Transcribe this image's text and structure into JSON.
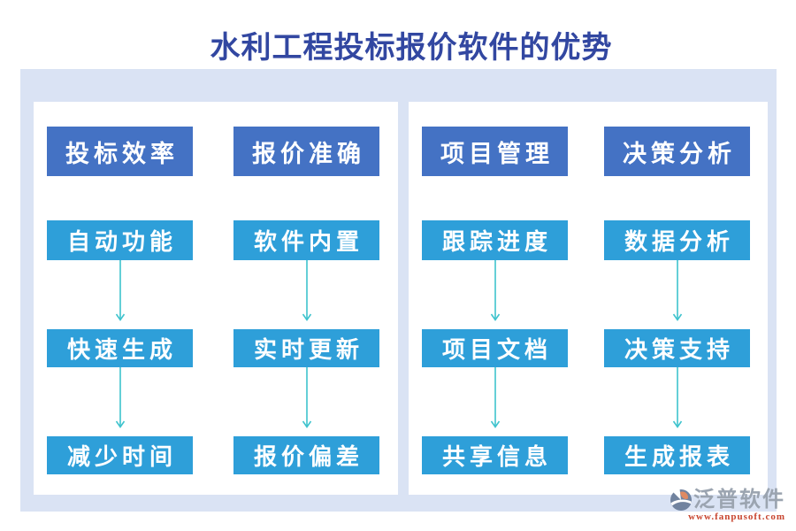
{
  "title": "水利工程投标报价软件的优势",
  "panels": [
    {
      "columns": [
        {
          "header": "投标效率",
          "items": [
            "自动功能",
            "快速生成",
            "减少时间"
          ]
        },
        {
          "header": "报价准确",
          "items": [
            "软件内置",
            "实时更新",
            "报价偏差"
          ]
        }
      ]
    },
    {
      "columns": [
        {
          "header": "项目管理",
          "items": [
            "跟踪进度",
            "项目文档",
            "共享信息"
          ]
        },
        {
          "header": "决策分析",
          "items": [
            "数据分析",
            "决策支持",
            "生成报表"
          ]
        }
      ]
    }
  ],
  "footer": {
    "brand": "泛普软件",
    "website": "www.fanpusoft.com",
    "logo_icon": "fanpu-logo"
  },
  "colors": {
    "header_box": "#4472c4",
    "item_box": "#2e9fd9",
    "arrow": "#3ec3cd",
    "container_bg": "#dae3f4",
    "panel_bg": "#ffffff",
    "page_bg": "#ffffff",
    "title": "#3247a1",
    "box_text": "#ffffff",
    "brand_text": "#9ba4b0",
    "website_text": "#c8452f"
  }
}
